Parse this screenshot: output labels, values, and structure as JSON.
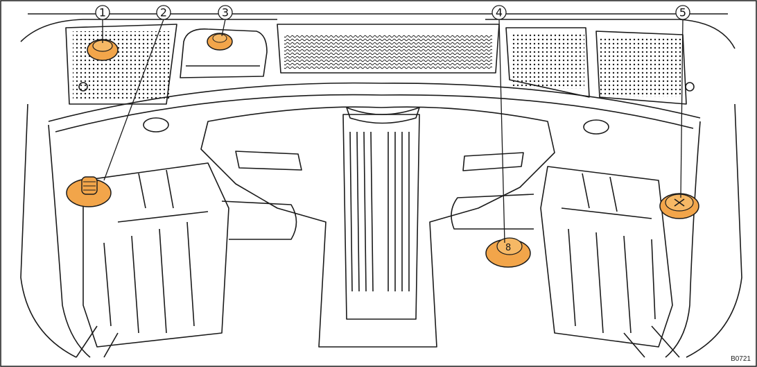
{
  "callouts": [
    {
      "id": "1",
      "label": "1"
    },
    {
      "id": "2",
      "label": "2"
    },
    {
      "id": "3",
      "label": "3"
    },
    {
      "id": "4",
      "label": "4"
    },
    {
      "id": "5",
      "label": "5"
    }
  ],
  "reference_code": "B0721",
  "colors": {
    "cap_orange": "#f2a54a",
    "cap_orange_dark": "#d9822b",
    "line": "#1a1a1a",
    "background": "#ffffff"
  }
}
